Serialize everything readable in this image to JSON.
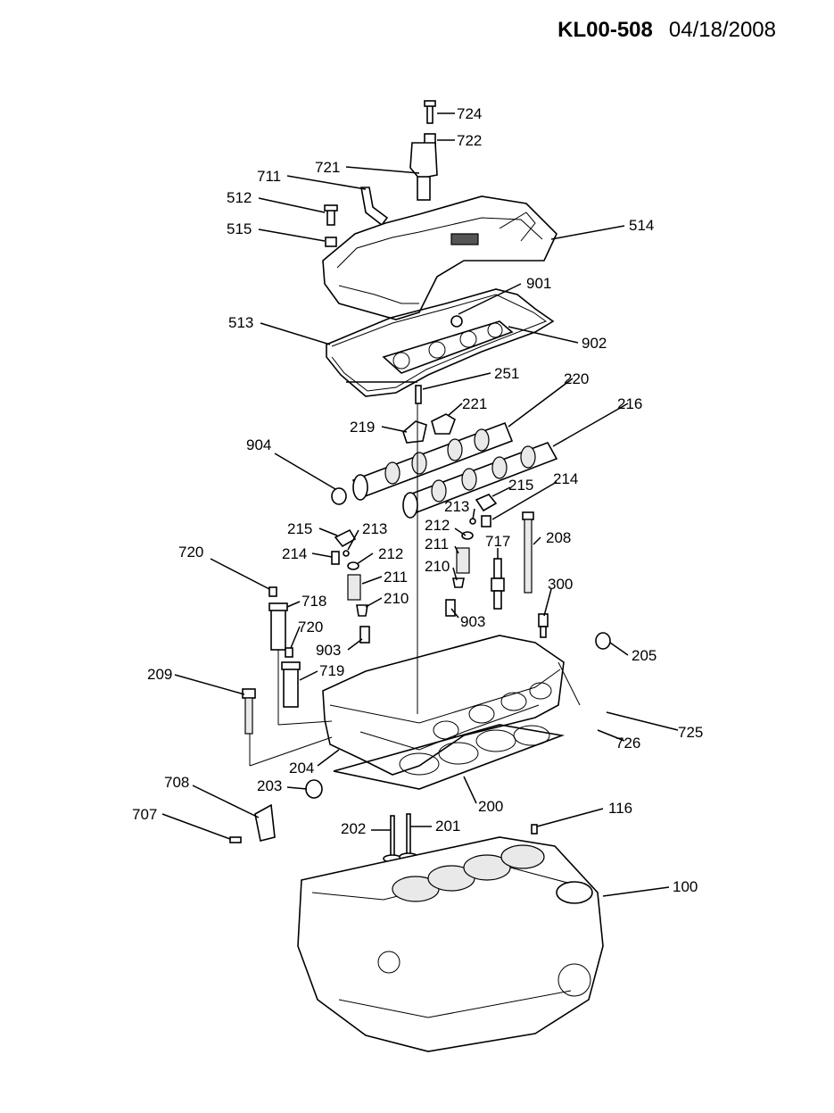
{
  "document_id": "KL00-508",
  "document_date": "04/18/2008",
  "callouts": {
    "c724": "724",
    "c722": "722",
    "c721": "721",
    "c711": "711",
    "c512": "512",
    "c515": "515",
    "c514": "514",
    "c901": "901",
    "c513": "513",
    "c902": "902",
    "c251": "251",
    "c220": "220",
    "c221": "221",
    "c219": "219",
    "c216": "216",
    "c904": "904",
    "c215a": "215",
    "c214a": "214",
    "c213a": "213",
    "c212a": "212",
    "c211a": "211",
    "c210a": "210",
    "c215b": "215",
    "c213b": "213",
    "c214b": "214",
    "c212b": "212",
    "c211b": "211",
    "c210b": "210",
    "c903a": "903",
    "c903b": "903",
    "c720a": "720",
    "c718": "718",
    "c720b": "720",
    "c719": "719",
    "c717": "717",
    "c208": "208",
    "c300": "300",
    "c205": "205",
    "c209": "209",
    "c725": "725",
    "c726": "726",
    "c204": "204",
    "c203": "203",
    "c200": "200",
    "c708": "708",
    "c707": "707",
    "c202": "202",
    "c201": "201",
    "c116": "116",
    "c100": "100"
  }
}
